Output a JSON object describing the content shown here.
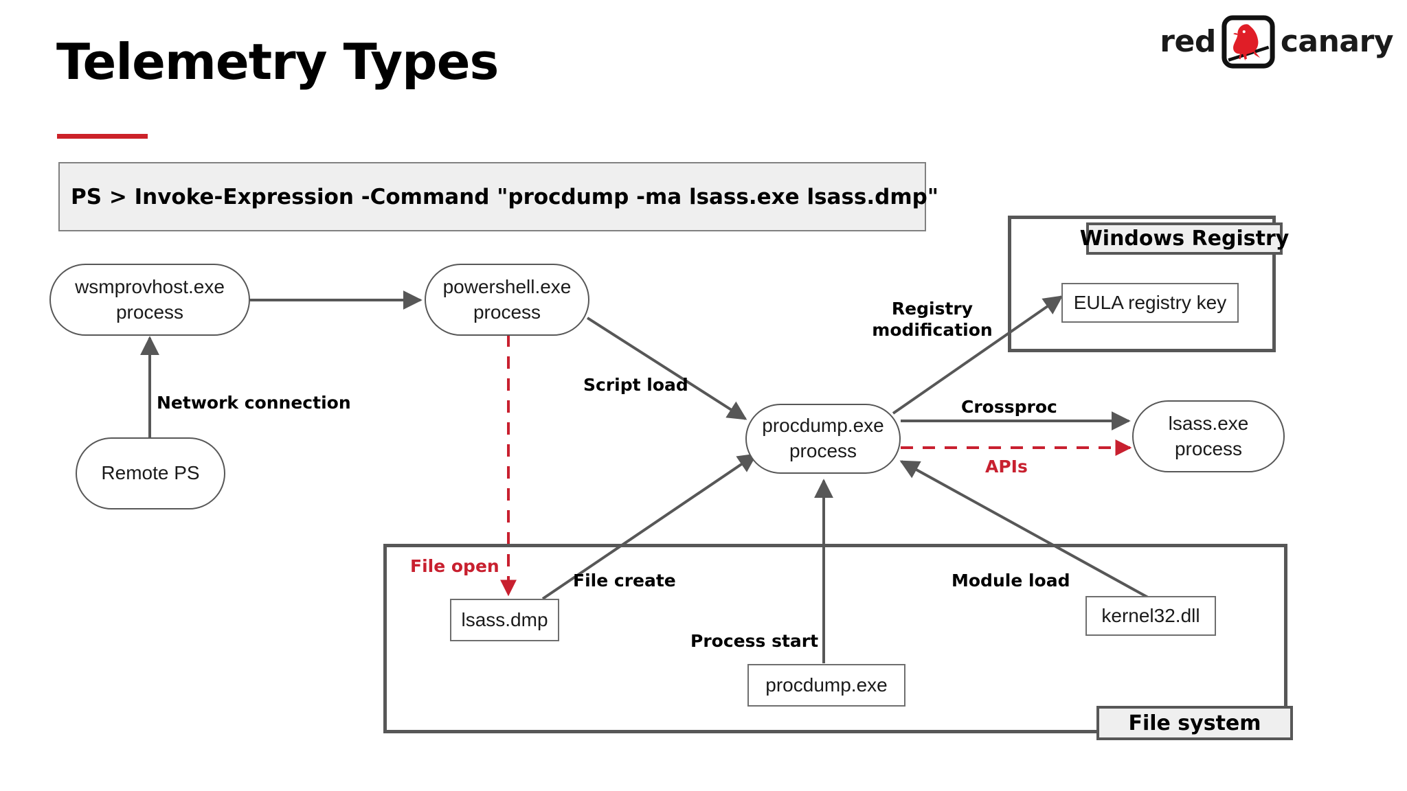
{
  "header": {
    "title": "Telemetry Types",
    "logo": {
      "word_left": "red",
      "word_right": "canary",
      "mark_name": "red-canary-bird-logo"
    },
    "accent_color": "#CC2229"
  },
  "command_bar": {
    "text": "PS > Invoke-Expression -Command \"procdump -ma lsass.exe lsass.dmp\""
  },
  "diagram": {
    "process_nodes": [
      {
        "id": "wsmprovhost",
        "line1": "wsmprovhost.exe",
        "line2": "process"
      },
      {
        "id": "remote_ps",
        "line1": "Remote PS",
        "line2": ""
      },
      {
        "id": "powershell",
        "line1": "powershell.exe",
        "line2": "process"
      },
      {
        "id": "procdump",
        "line1": "procdump.exe",
        "line2": "process"
      },
      {
        "id": "lsass",
        "line1": "lsass.exe",
        "line2": "process"
      }
    ],
    "containers": [
      {
        "id": "registry",
        "title": "Windows Registry"
      },
      {
        "id": "filesystem",
        "title": "File system"
      }
    ],
    "artifact_nodes": [
      {
        "id": "eula_key",
        "label": "EULA registry key"
      },
      {
        "id": "lsass_dmp",
        "label": "lsass.dmp"
      },
      {
        "id": "procdump_file",
        "label": "procdump.exe"
      },
      {
        "id": "kernel32",
        "label": "kernel32.dll"
      }
    ],
    "edge_labels": [
      {
        "id": "network_connection",
        "text": "Network connection",
        "style": "black"
      },
      {
        "id": "script_load",
        "text": "Script load",
        "style": "black"
      },
      {
        "id": "registry_modification_l1",
        "text": "Registry",
        "style": "black"
      },
      {
        "id": "registry_modification_l2",
        "text": "modification",
        "style": "black"
      },
      {
        "id": "crossproc",
        "text": "Crossproc",
        "style": "black"
      },
      {
        "id": "apis",
        "text": "APIs",
        "style": "red"
      },
      {
        "id": "file_open",
        "text": "File open",
        "style": "red"
      },
      {
        "id": "file_create",
        "text": "File create",
        "style": "black"
      },
      {
        "id": "process_start",
        "text": "Process start",
        "style": "black"
      },
      {
        "id": "module_load",
        "text": "Module load",
        "style": "black"
      }
    ],
    "colors": {
      "edge_black": "#575757",
      "edge_red": "#C8202F",
      "container_border": "#575757",
      "node_fill": "#FFFFFF"
    }
  }
}
